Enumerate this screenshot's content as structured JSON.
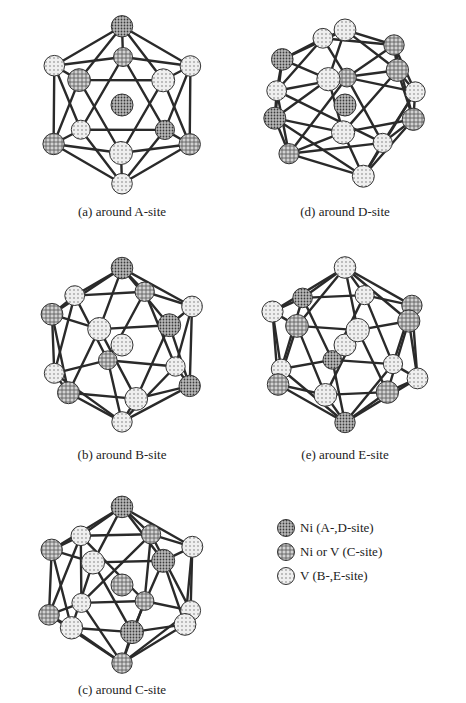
{
  "diagram": {
    "labels": [
      "(a) around A-site",
      "(d) around D-site",
      "(b) around B-site",
      "(e) around E-site",
      "(c) around C-site"
    ],
    "legend": [
      {
        "text": "Ni (A-,D-site)"
      },
      {
        "text": "Ni or V (C-site)"
      },
      {
        "text": "V (B-,E-site)"
      }
    ]
  }
}
